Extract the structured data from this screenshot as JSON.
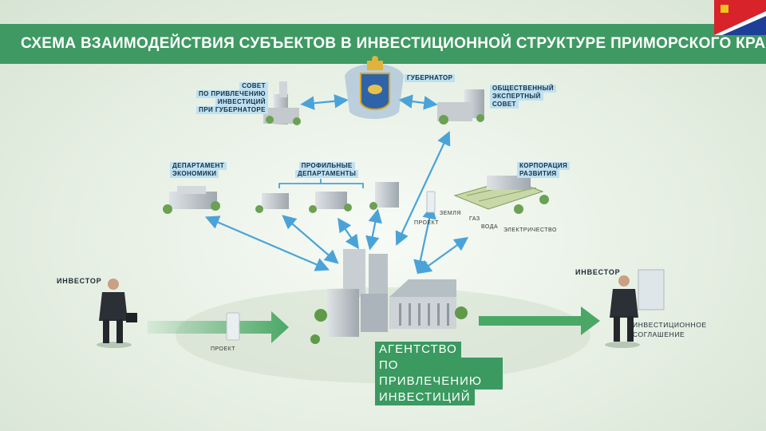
{
  "header": {
    "title": "СХЕМА ВЗАИМОДЕЙСТВИЯ СУБЪЕКТОВ В ИНВЕСТИЦИОННОЙ СТРУКТУРЕ ПРИМОРСКОГО КРАЯ"
  },
  "nodes": {
    "governor": "ГУБЕРНАТОР",
    "council": [
      "СОВЕТ",
      "ПО ПРИВЛЕЧЕНИЮ",
      "ИНВЕСТИЦИЙ",
      "ПРИ ГУБЕРНАТОРЕ"
    ],
    "expert_council": [
      "ОБЩЕСТВЕННЫЙ",
      "ЭКСПЕРТНЫЙ",
      "СОВЕТ"
    ],
    "economy_dept": [
      "ДЕПАРТАМЕНТ",
      "ЭКОНОМИКИ"
    ],
    "profile_depts": [
      "ПРОФИЛЬНЫЕ",
      "ДЕПАРТАМЕНТЫ"
    ],
    "corporation": [
      "КОРПОРАЦИЯ",
      "РАЗВИТИЯ"
    ],
    "agency": [
      "АГЕНТСТВО",
      "ПО ПРИВЛЕЧЕНИЮ",
      "ИНВЕСТИЦИЙ"
    ]
  },
  "resources": {
    "land": "ЗЕМЛЯ",
    "gas": "ГАЗ",
    "water": "ВОДА",
    "electricity": "ЭЛЕКТРИЧЕСТВО"
  },
  "project_labels": {
    "top": "ПРОЕКТ",
    "bottom": "ПРОЕКТ"
  },
  "investor_left": "ИНВЕСТОР",
  "investor_right": "ИНВЕСТОР",
  "agreement": [
    "ИНВЕСТИЦИОННОЕ",
    "СОГЛАШЕНИЕ"
  ],
  "colors": {
    "header": "#3e9a62",
    "label_bg": "#bfe0ef",
    "arrow_blue": "#4aa3d8",
    "arrow_green": "#4aa866",
    "agency_bg": "#3a9a60"
  }
}
